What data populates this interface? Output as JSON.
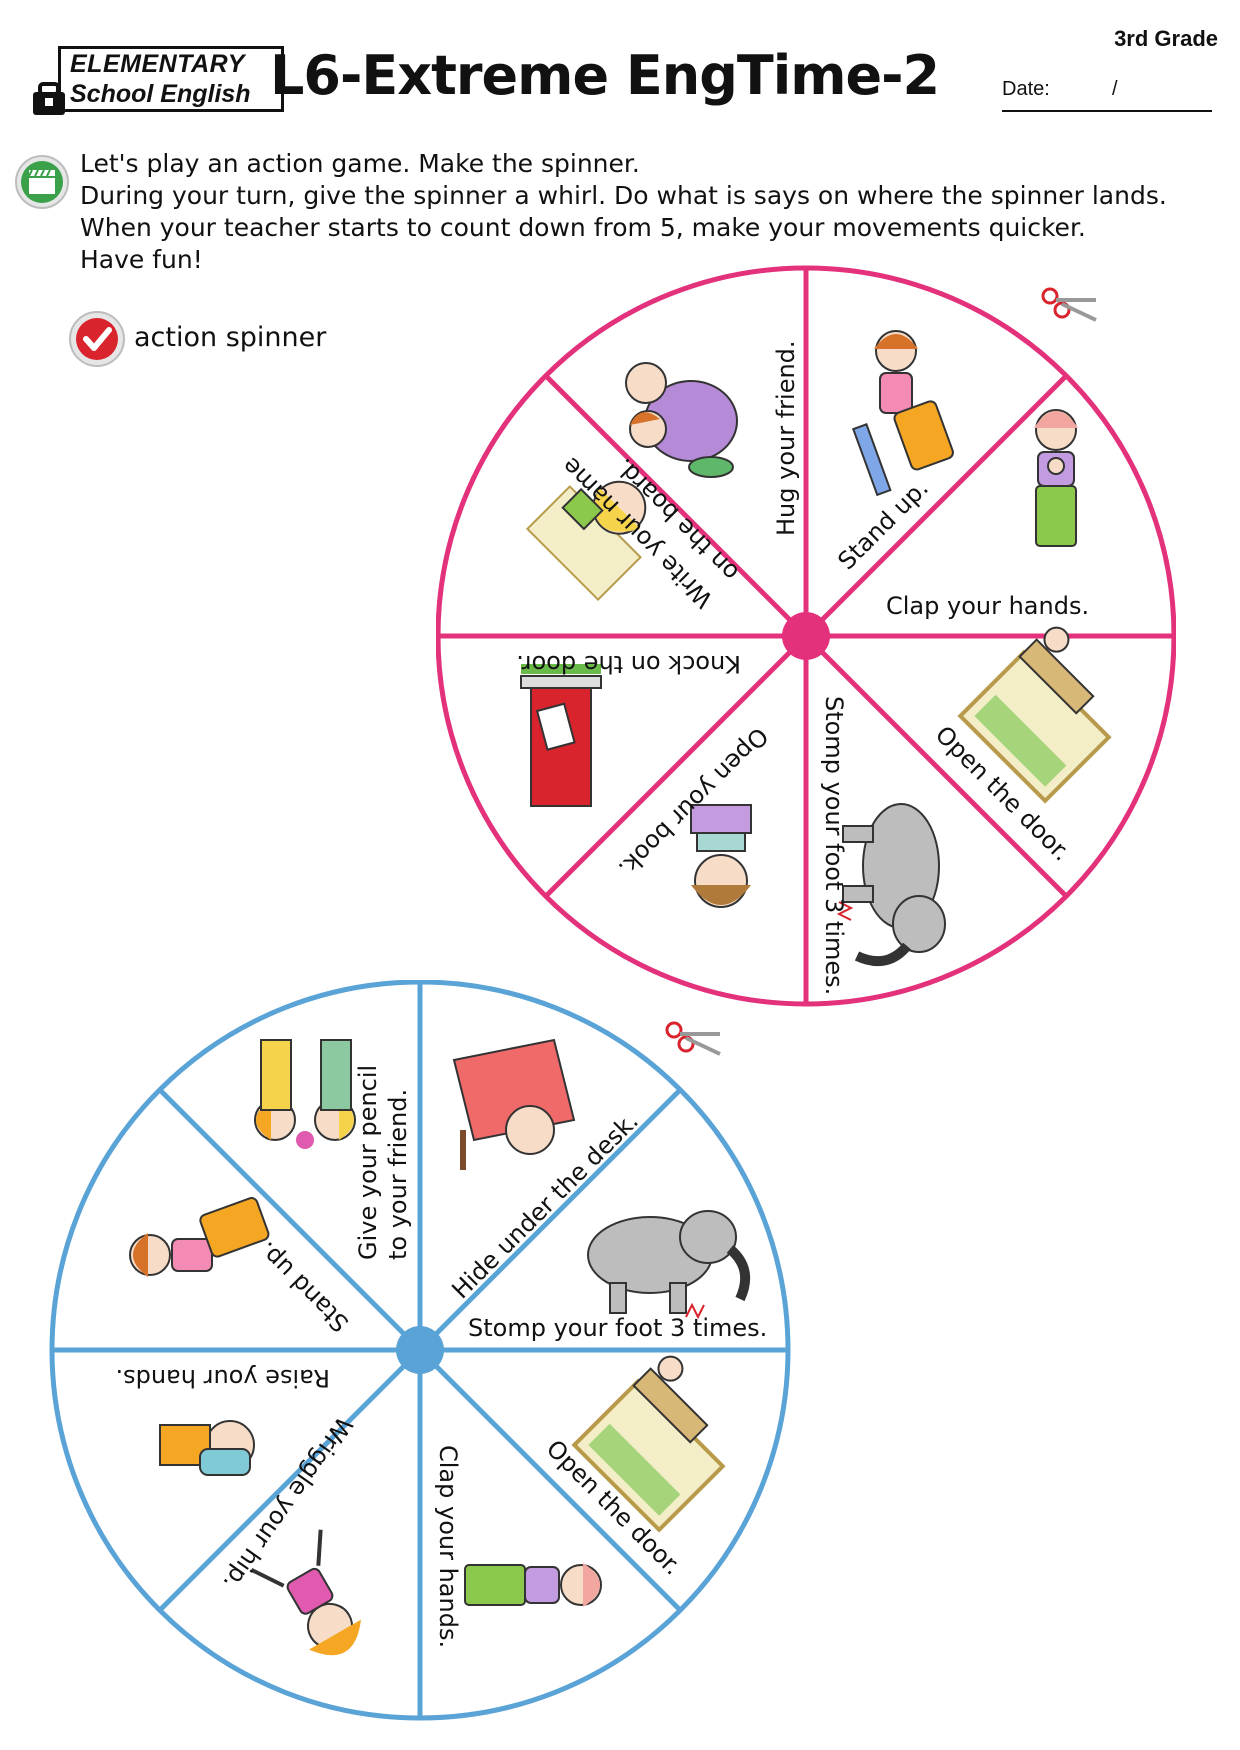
{
  "header": {
    "grade": "3rd Grade",
    "logo_line1": "ELEMENTARY",
    "logo_line2": "School English",
    "title": "L6-Extreme EngTime-2",
    "date_label": "Date:",
    "date_slash": "/"
  },
  "instructions": {
    "icon": "clapperboard-icon",
    "lines": [
      "Let's play an action game. Make the spinner.",
      "During your turn, give the spinner a whirl. Do what is says on where the spinner lands.",
      "When your teacher starts to count down from 5, make your movements quicker.",
      "Have fun!"
    ]
  },
  "materials": {
    "icon": "checkmark-icon",
    "label": "action spinner"
  },
  "colors": {
    "pink_spinner": "#e3317b",
    "blue_spinner": "#5aa3d6",
    "icon_green": "#3aa14a",
    "icon_red": "#d9232d"
  },
  "spinner_pink": {
    "icon": "scissors-icon",
    "sections": [
      {
        "text": "Hug your friend.",
        "picture": "hugging-children"
      },
      {
        "text": "Stand up.",
        "picture": "girl-standing-from-chair"
      },
      {
        "text": "Clap your hands.",
        "picture": "girl-clapping"
      },
      {
        "text": "Open the door.",
        "picture": "child-at-door"
      },
      {
        "text": "Stomp your foot 3 times.",
        "picture": "elephant-stomping"
      },
      {
        "text": "Open your book.",
        "picture": "child-reading-book"
      },
      {
        "text": "Knock on the door.",
        "picture": "red-door"
      },
      {
        "text_lines": [
          "Write your name",
          "on the board."
        ],
        "picture": "child-writing-board"
      }
    ]
  },
  "spinner_blue": {
    "icon": "scissors-icon",
    "sections": [
      {
        "text": "Hide under the desk.",
        "picture": "child-under-desk"
      },
      {
        "text": "Stomp your foot 3 times.",
        "picture": "elephant-stomping"
      },
      {
        "text": "Open the door.",
        "picture": "child-at-door"
      },
      {
        "text": "Clap your hands.",
        "picture": "girl-clapping"
      },
      {
        "text": "Wriggle your hip.",
        "picture": "girl-dancing"
      },
      {
        "text": "Raise your hands.",
        "picture": "child-raising-hands"
      },
      {
        "text": "Stand up.",
        "picture": "girl-standing-from-chair"
      },
      {
        "text_lines": [
          "Give your pencil",
          "to your friend."
        ],
        "picture": "children-sharing-pencil"
      }
    ]
  }
}
